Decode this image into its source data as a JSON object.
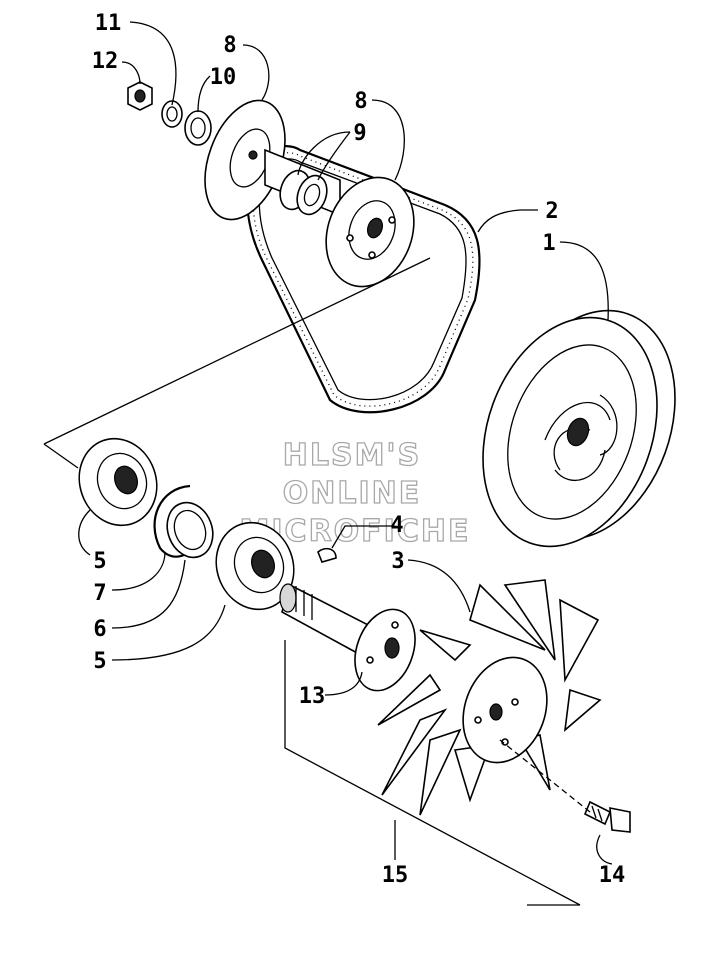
{
  "diagram": {
    "callouts": {
      "c11": "11",
      "c12": "12",
      "c8a": "8",
      "c10": "10",
      "c8b": "8",
      "c9": "9",
      "c2": "2",
      "c1": "1",
      "c5a": "5",
      "c7": "7",
      "c6": "6",
      "c5b": "5",
      "c4": "4",
      "c3": "3",
      "c13": "13",
      "c15": "15",
      "c14": "14"
    },
    "watermark": [
      "HLSM'S",
      "ONLINE",
      "MICROFICHE"
    ]
  }
}
